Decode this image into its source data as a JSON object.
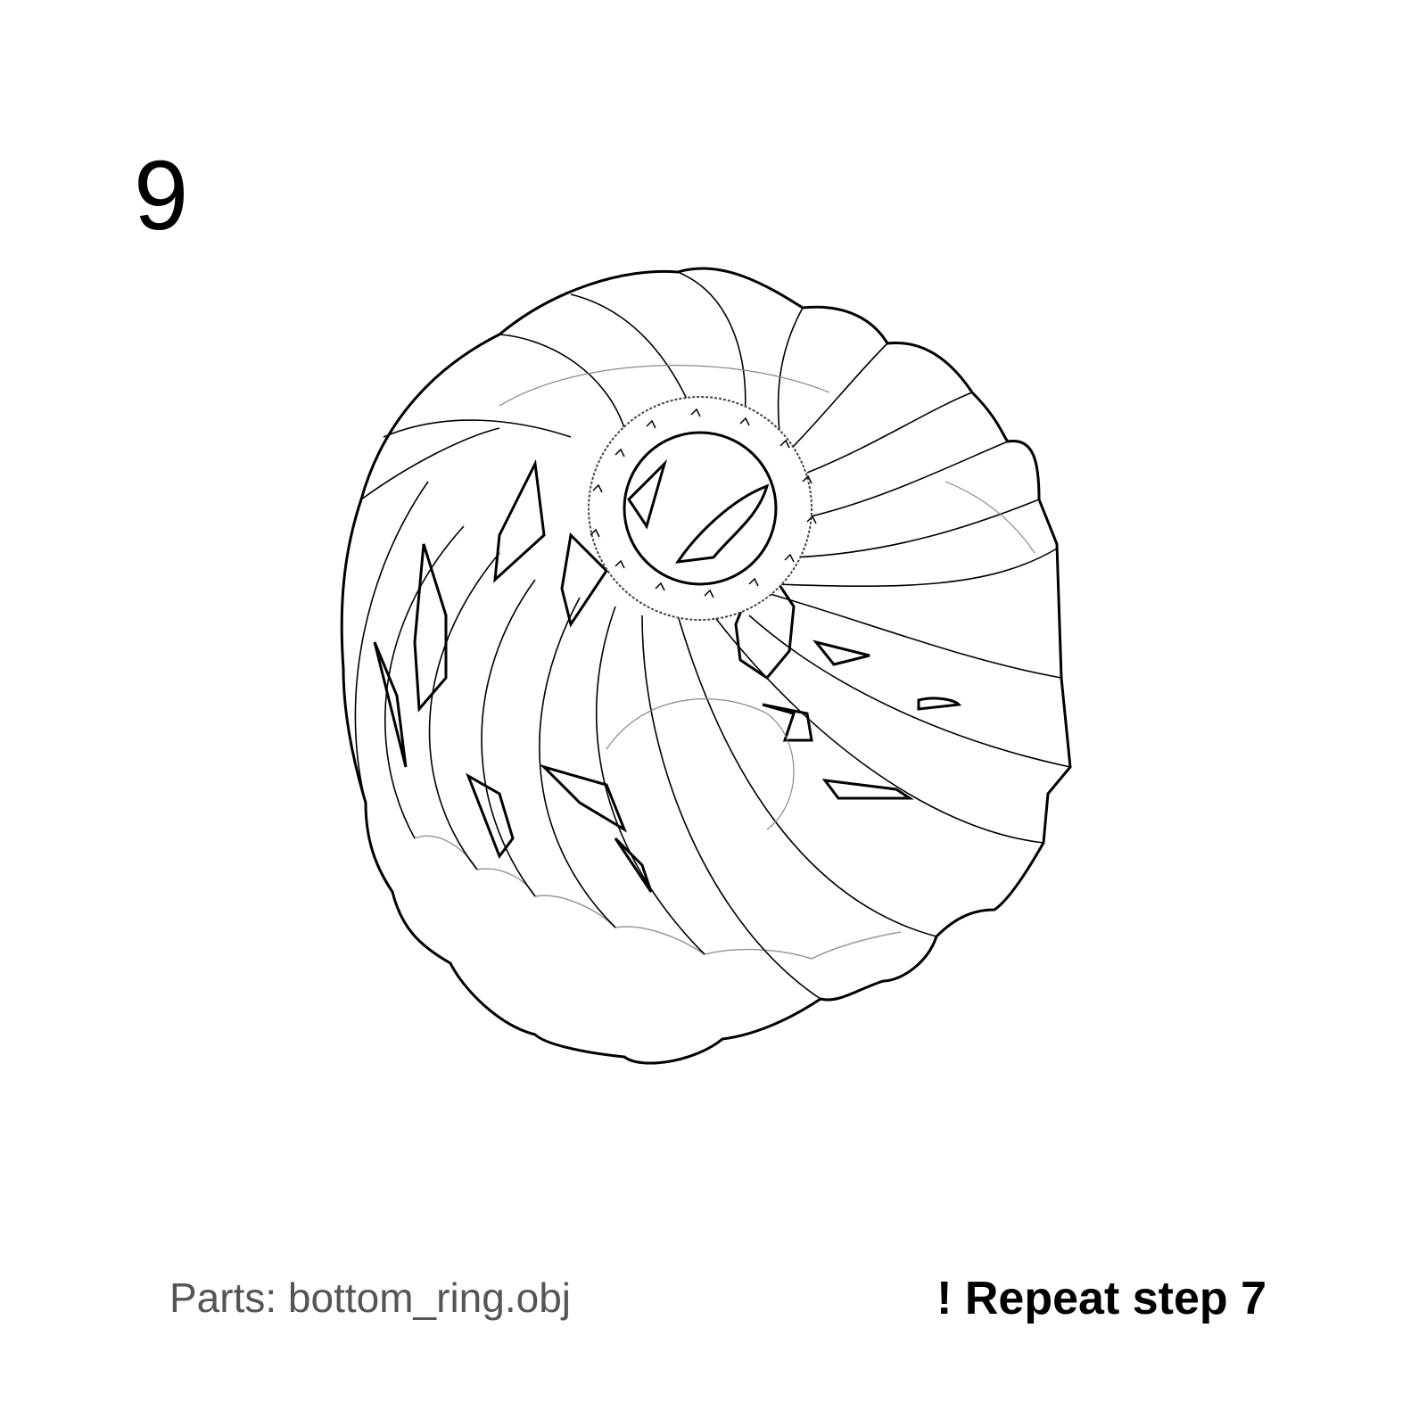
{
  "step": {
    "number": "9",
    "parts": "Parts: bottom_ring.obj",
    "note": "! Repeat step 7"
  },
  "illustration": {
    "icon": "lampshade-assembly-drawing",
    "line_color": "#000000",
    "fill_color": "#ffffff"
  }
}
